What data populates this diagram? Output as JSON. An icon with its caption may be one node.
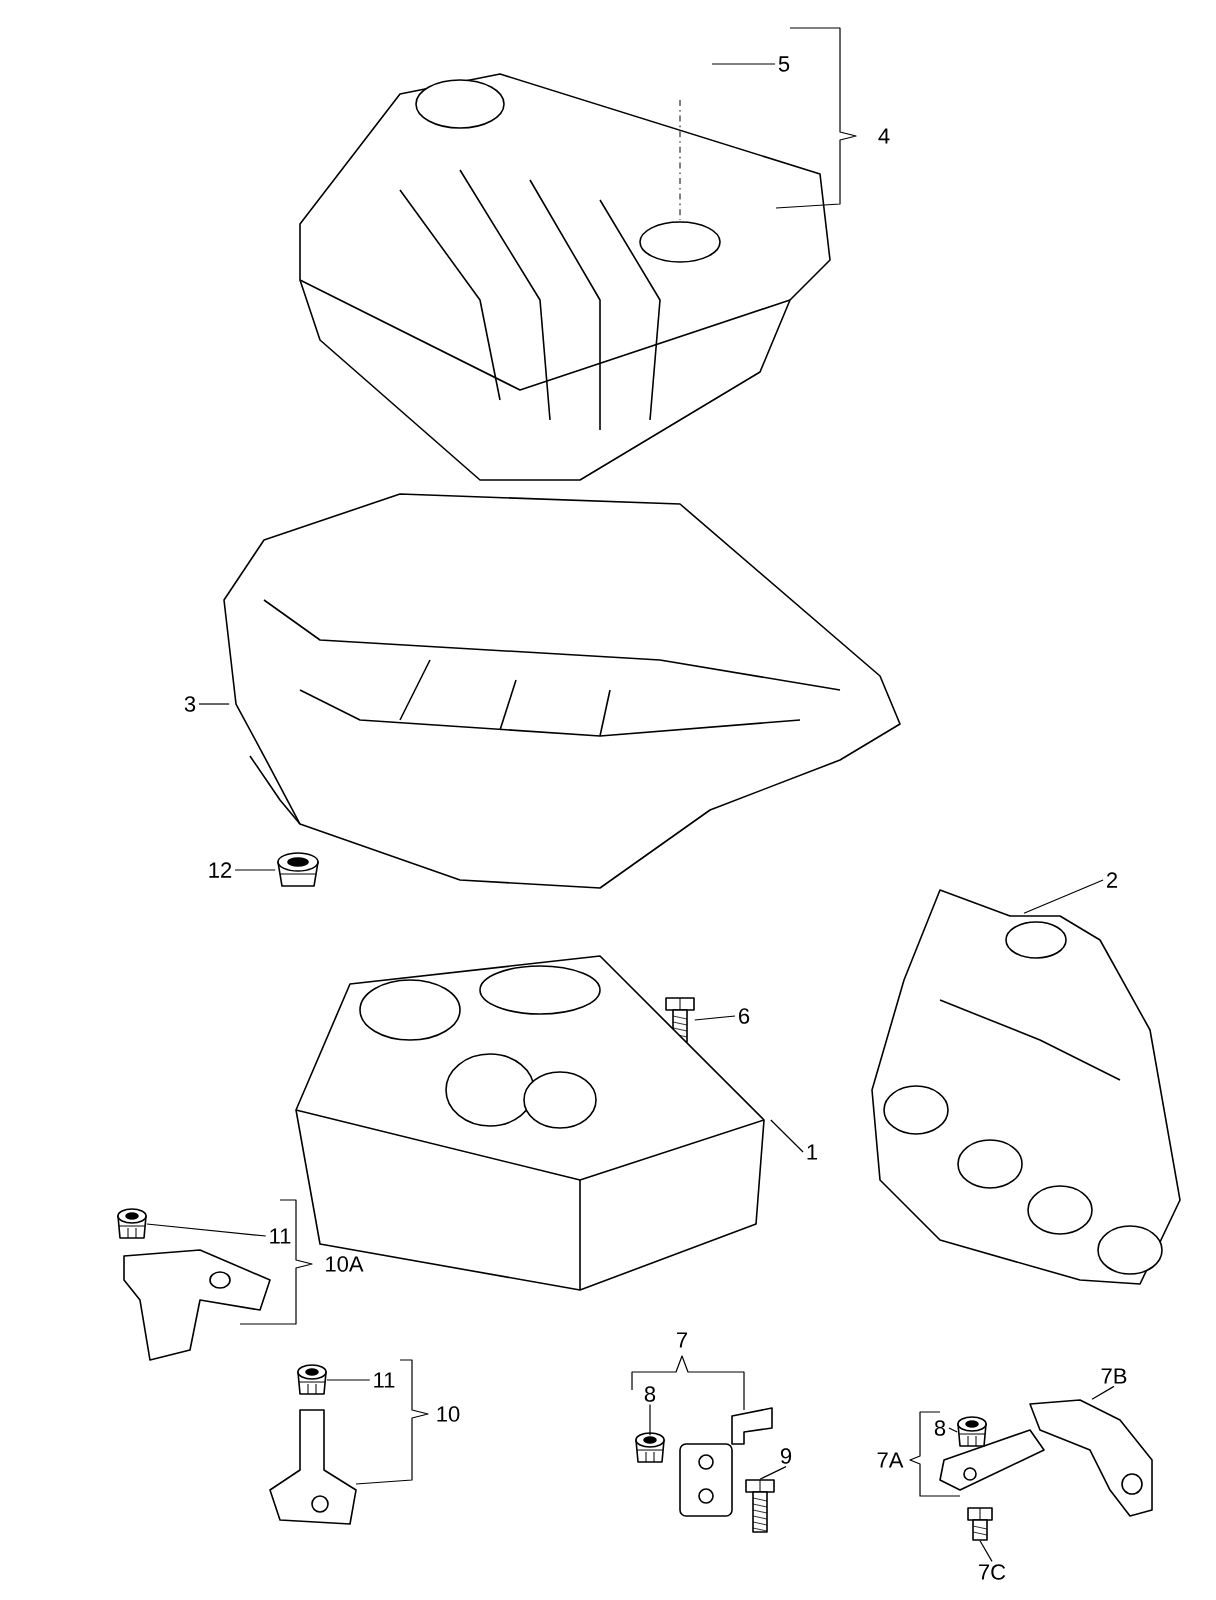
{
  "diagram": {
    "nodes": [
      {
        "text": [
          "5"
        ]
      },
      {
        "text": [
          "3"
        ]
      },
      {
        "text": [],
        "shape": "picture"
      },
      {
        "text": [
          "12"
        ]
      },
      {
        "text": [],
        "shape": "picture"
      },
      {
        "text": [
          "6"
        ]
      },
      {
        "text": [],
        "shape": "picture"
      },
      {
        "text": [
          "2"
        ]
      },
      {
        "text": [],
        "shape": "picture"
      },
      {
        "text": [
          "1"
        ]
      },
      {
        "text": [],
        "shape": "picture"
      },
      {
        "text": [
          "11"
        ]
      },
      {
        "text": [],
        "shape": "picture"
      },
      {
        "text": [
          "11"
        ]
      },
      {
        "text": [],
        "shape": "picture"
      },
      {
        "text": [
          "8"
        ]
      },
      {
        "text": [],
        "shape": "picture"
      },
      {
        "text": [
          "9"
        ]
      },
      {
        "text": [],
        "shape": "picture"
      },
      {
        "text": [
          "8"
        ]
      },
      {
        "text": [],
        "shape": "picture"
      },
      {
        "text": [
          "7B"
        ]
      },
      {
        "text": [],
        "shape": "picture"
      },
      {
        "text": [
          "7C"
        ]
      },
      {
        "text": [],
        "shape": "picture"
      }
    ],
    "edges": [
      {
        "from": 0,
        "to": null,
        "arrow": "none"
      },
      {
        "from": 1,
        "to": 2,
        "arrow": "none"
      },
      {
        "from": 3,
        "to": 4,
        "arrow": "none"
      },
      {
        "from": 5,
        "to": 6,
        "arrow": "none"
      },
      {
        "from": 7,
        "to": 8,
        "arrow": "none"
      },
      {
        "from": 9,
        "to": 10,
        "arrow": "none"
      },
      {
        "from": 11,
        "to": 12,
        "arrow": "none"
      },
      {
        "from": 13,
        "to": 14,
        "arrow": "none"
      },
      {
        "from": 15,
        "to": 16,
        "arrow": "none"
      },
      {
        "from": 17,
        "to": 18,
        "arrow": "none"
      },
      {
        "from": 19,
        "to": 20,
        "arrow": "none"
      },
      {
        "from": 21,
        "to": 22,
        "arrow": "none"
      },
      {
        "from": 23,
        "to": 24,
        "arrow": "none"
      }
    ],
    "labels": [
      "4",
      "10A",
      "10",
      "7",
      "7A"
    ]
  }
}
